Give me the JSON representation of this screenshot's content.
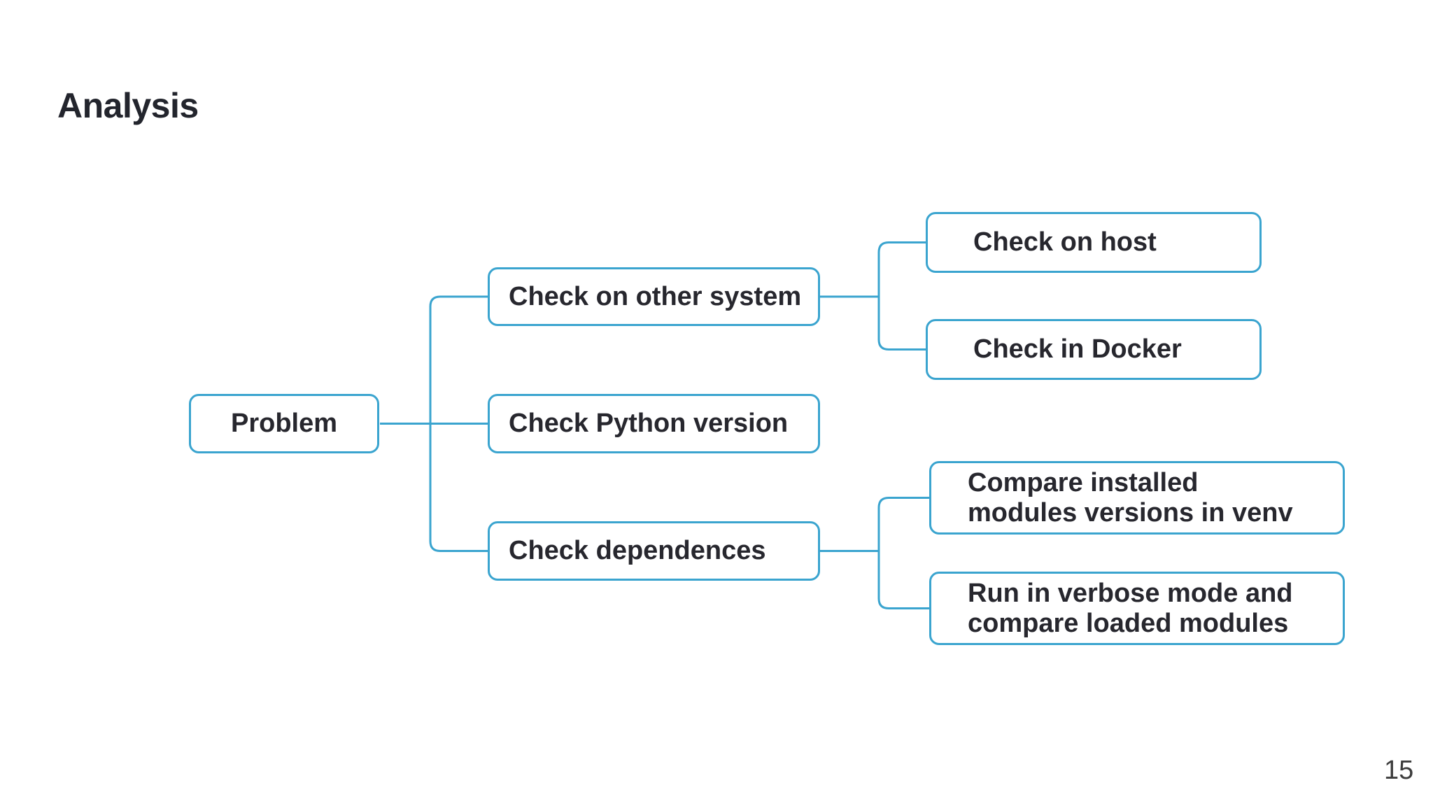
{
  "slide": {
    "title": "Analysis",
    "page_number": "15"
  },
  "diagram": {
    "root": {
      "label": "Problem"
    },
    "level1": [
      {
        "label": "Check on other system"
      },
      {
        "label": "Check Python version"
      },
      {
        "label": "Check dependences"
      }
    ],
    "level2_other_system": [
      {
        "label": "Check on host"
      },
      {
        "label": "Check in Docker"
      }
    ],
    "level2_dependences": [
      {
        "label": "Compare installed\nmodules versions in venv"
      },
      {
        "label": "Run in verbose mode and\ncompare loaded modules"
      }
    ],
    "colors": {
      "node_border": "#3aa4cf",
      "connector": "#3aa4cf",
      "node_text": "#27272e",
      "title_text": "#23252d",
      "background": "#ffffff"
    }
  }
}
